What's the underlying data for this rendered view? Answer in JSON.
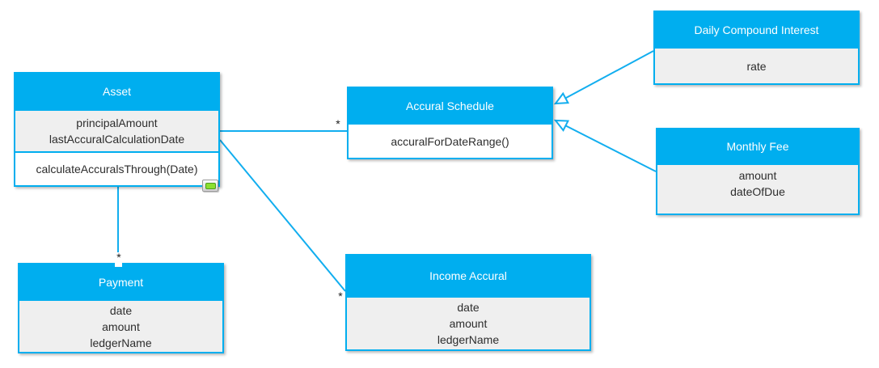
{
  "diagram": {
    "colors": {
      "header_fill": "#00AEEF",
      "header_text": "#FFFFFF",
      "box_border": "#00AEEF",
      "attribute_bg": "#EFEFEF",
      "method_bg": "#FFFFFF",
      "body_text": "#2D2D2D",
      "edge_color": "#12AEEF",
      "note_green": "#8CE02F"
    },
    "classes": {
      "asset": {
        "title": "Asset",
        "attributes": [
          "principalAmount",
          "lastAccuralCalculationDate"
        ],
        "methods": [
          "calculateAccuralsThrough(Date)"
        ],
        "note_icon": "green-detail-badge-icon"
      },
      "accural_schedule": {
        "title": "Accural Schedule",
        "attributes": [],
        "methods": [
          "accuralForDateRange()"
        ]
      },
      "daily_compound_interest": {
        "title": "Daily Compound Interest",
        "attributes": [
          "rate"
        ],
        "methods": []
      },
      "monthly_fee": {
        "title": "Monthly Fee",
        "attributes": [
          "amount",
          "dateOfDue"
        ],
        "methods": []
      },
      "payment": {
        "title": "Payment",
        "attributes": [
          "date",
          "amount",
          "ledgerName"
        ],
        "methods": []
      },
      "income_accural": {
        "title": "Income Accural",
        "attributes": [
          "date",
          "amount",
          "ledgerName"
        ],
        "methods": []
      }
    },
    "edges": {
      "asset_to_accural_schedule": {
        "type": "association",
        "from": "Asset",
        "to": "Accural Schedule",
        "multiplicity": "*"
      },
      "asset_to_payment": {
        "type": "association",
        "from": "Asset",
        "to": "Payment",
        "multiplicity": "*"
      },
      "asset_to_income_accural": {
        "type": "association",
        "from": "Asset",
        "to": "Income Accural",
        "multiplicity": "*"
      },
      "daily_compound_interest_to_accural_schedule": {
        "type": "generalization",
        "from": "Daily Compound Interest",
        "to": "Accural Schedule"
      },
      "monthly_fee_to_accural_schedule": {
        "type": "generalization",
        "from": "Monthly Fee",
        "to": "Accural Schedule"
      }
    }
  }
}
